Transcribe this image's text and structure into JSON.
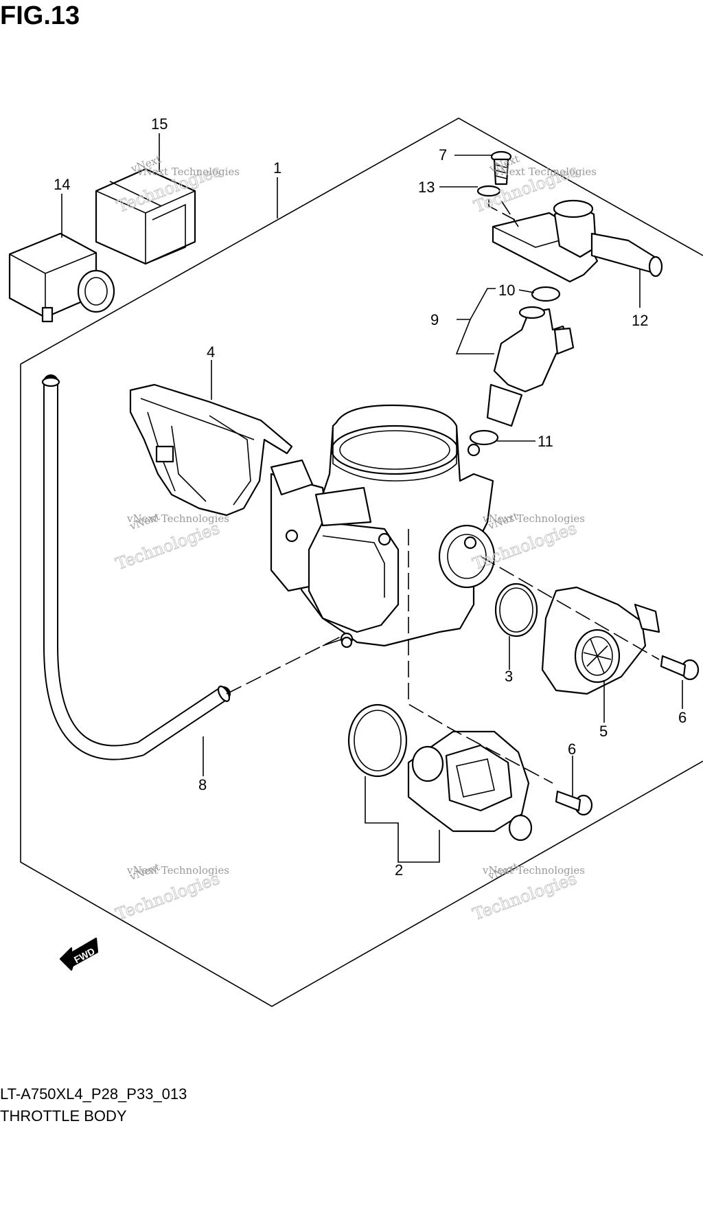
{
  "figure": {
    "title": "FIG.13",
    "model_code": "LT-A750XL4_P28_P33_013",
    "section_name": "THROTTLE BODY"
  },
  "callouts": [
    "1",
    "2",
    "3",
    "4",
    "5",
    "6",
    "6",
    "7",
    "8",
    "9",
    "10",
    "11",
    "12",
    "13",
    "14",
    "15"
  ],
  "fwd_label": "FWD",
  "watermark": {
    "line1": "vNext Technologies",
    "line2": "vNext",
    "line3": "Technologies"
  }
}
